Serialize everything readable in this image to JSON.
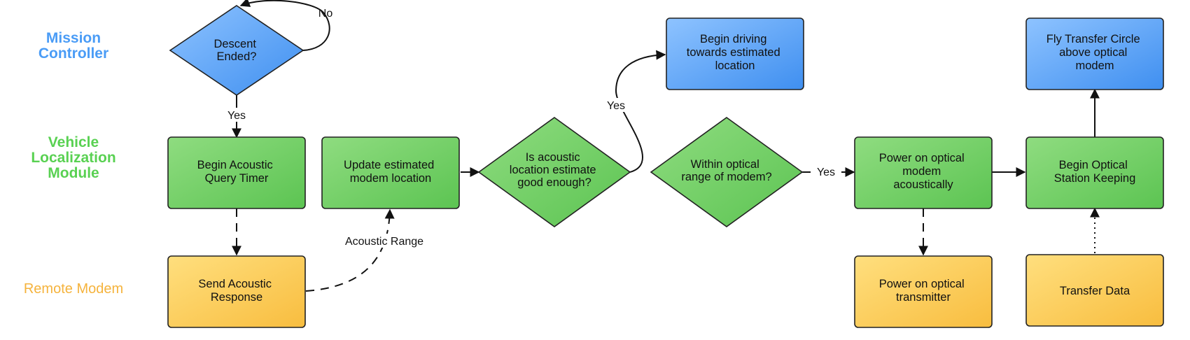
{
  "lanes": {
    "mission": "Mission Controller",
    "mission_lines": [
      "Mission",
      "Controller"
    ],
    "vehicle": "Vehicle Localization Module",
    "vehicle_lines": [
      "Vehicle",
      "Localization",
      "Module"
    ],
    "remote": "Remote Modem"
  },
  "nodes": {
    "descent": [
      "Descent",
      "Ended?"
    ],
    "begin_timer": [
      "Begin Acoustic",
      "Query Timer"
    ],
    "send_response": [
      "Send Acoustic",
      "Response"
    ],
    "update_location": [
      "Update estimated",
      "modem location"
    ],
    "is_good": [
      "Is acoustic",
      "location estimate",
      "good enough?"
    ],
    "begin_driving": [
      "Begin driving",
      "towards estimated",
      "location"
    ],
    "within_range": [
      "Within optical",
      "range of modem?"
    ],
    "power_modem": [
      "Power on optical",
      "modem",
      "acoustically"
    ],
    "power_transmitter": [
      "Power on optical",
      "transmitter"
    ],
    "begin_keeping": [
      "Begin Optical",
      "Station Keeping"
    ],
    "fly_circle": [
      "Fly Transfer Circle",
      "above optical",
      "modem"
    ],
    "transfer_data": [
      "Transfer Data"
    ]
  },
  "edge_labels": {
    "no": "No",
    "yes_descent": "Yes",
    "acoustic_range": "Acoustic Range",
    "yes_good": "Yes",
    "yes_range": "Yes"
  },
  "colors": {
    "blue_light": "#8ec3ff",
    "blue_dark": "#3f8ff0",
    "green_light": "#8fdc80",
    "green_dark": "#5cc452",
    "orange_light": "#ffdf7e",
    "orange_dark": "#f8bd3f",
    "stroke": "#222222"
  }
}
